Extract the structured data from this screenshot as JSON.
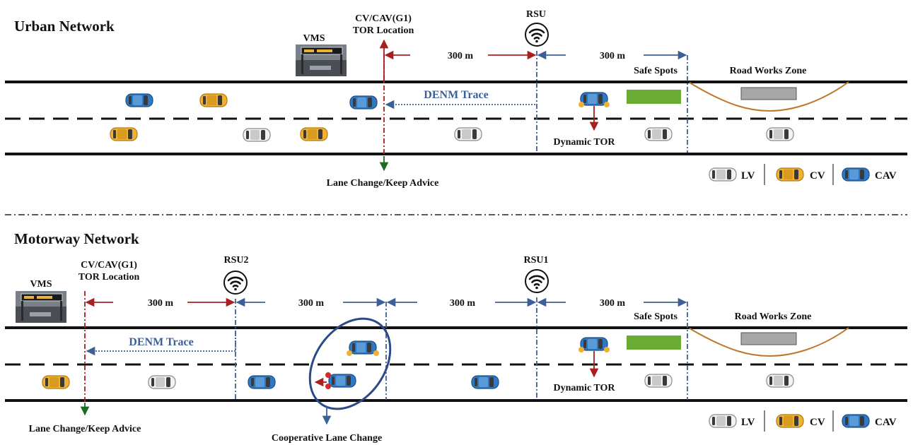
{
  "urban": {
    "title": "Urban Network",
    "vms": "VMS",
    "tor_line1": "CV/CAV(G1)",
    "tor_line2": "TOR Location",
    "rsu": "RSU",
    "dist_left": "300 m",
    "dist_right": "300 m",
    "safe_spots": "Safe Spots",
    "road_works": "Road Works Zone",
    "denm": "DENM Trace",
    "dynamic_tor": "Dynamic TOR",
    "lane_advice": "Lane Change/Keep Advice"
  },
  "motorway": {
    "title": "Motorway Network",
    "vms": "VMS",
    "tor_line1": "CV/CAV(G1)",
    "tor_line2": "TOR Location",
    "rsu2": "RSU2",
    "rsu1": "RSU1",
    "dist_1": "300 m",
    "dist_2": "300 m",
    "dist_3": "300 m",
    "dist_4": "300 m",
    "safe_spots": "Safe Spots",
    "road_works": "Road Works Zone",
    "denm": "DENM Trace",
    "dynamic_tor": "Dynamic TOR",
    "lane_advice": "Lane Change/Keep Advice",
    "coop": "Cooperative Lane Change"
  },
  "legend": {
    "lv": "LV",
    "cv": "CV",
    "cav": "CAV"
  },
  "colors": {
    "tor": "#a81f1f",
    "rsu": "#3d5f97",
    "green": "#1d6a26",
    "cav": "#2f78c4",
    "cv": "#f0b132",
    "lv": "#f2f2f2",
    "safe": "#6aab35",
    "works": "#a7a7a7",
    "curve": "#c1752a"
  },
  "icons": [
    "vms-sign-icon",
    "wifi-icon",
    "car-icon"
  ]
}
